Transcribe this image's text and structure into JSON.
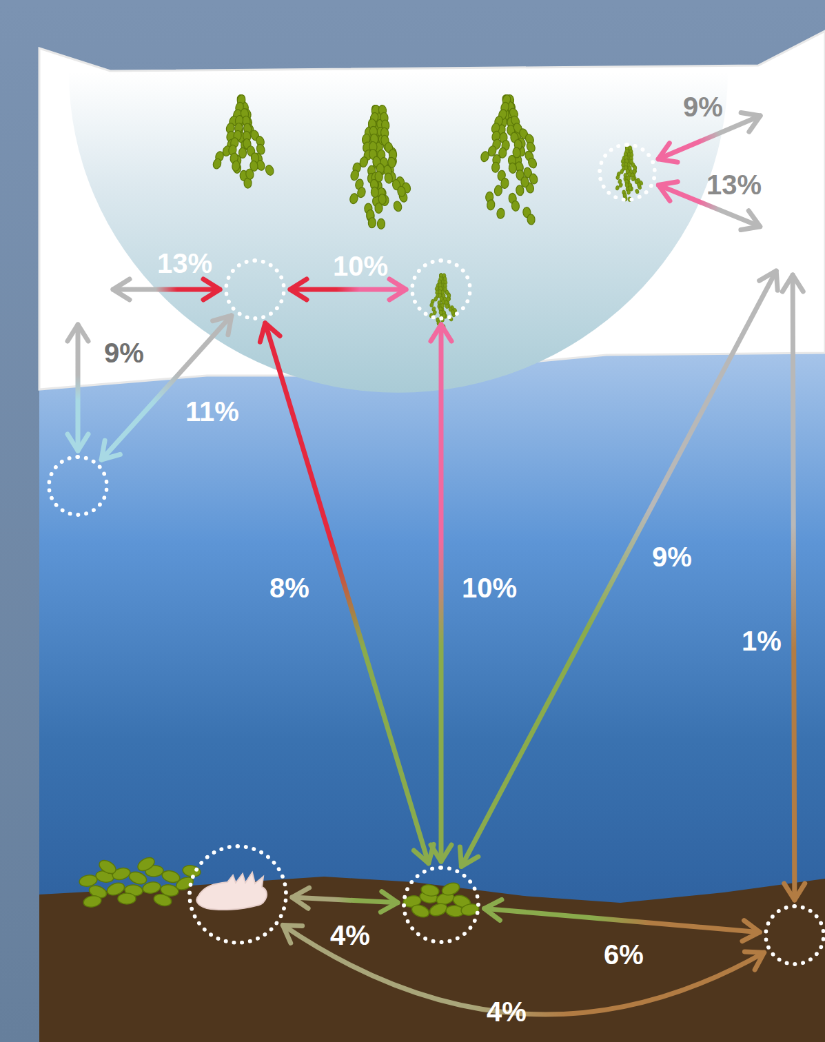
{
  "diagram": {
    "nodes": [
      {
        "text": []
      },
      {
        "text": []
      },
      {
        "text": []
      },
      {
        "text": []
      },
      {
        "text": []
      },
      {
        "text": []
      },
      {
        "text": []
      },
      {
        "text": []
      },
      {
        "text": []
      },
      {
        "text": []
      }
    ],
    "edges": [
      {
        "from": 0,
        "to": 1,
        "label": "13%",
        "arrow": "both"
      },
      {
        "from": 1,
        "to": 2,
        "label": "10%",
        "arrow": "both"
      },
      {
        "from": 0,
        "to": 3,
        "label": "9%",
        "arrow": "both"
      },
      {
        "from": 1,
        "to": 3,
        "label": "11%",
        "arrow": "both"
      },
      {
        "from": 5,
        "to": 4,
        "label": "9%",
        "arrow": "both"
      },
      {
        "from": 5,
        "to": 6,
        "label": "13%",
        "arrow": "both"
      },
      {
        "from": 1,
        "to": 8,
        "label": "8%",
        "arrow": "both"
      },
      {
        "from": 2,
        "to": 8,
        "label": "10%",
        "arrow": "both"
      },
      {
        "from": 6,
        "to": 8,
        "label": "9%",
        "arrow": "both"
      },
      {
        "from": 6,
        "to": 9,
        "label": "1%",
        "arrow": "both"
      },
      {
        "from": 7,
        "to": 8,
        "label": "4%",
        "arrow": "both"
      },
      {
        "from": 8,
        "to": 9,
        "label": "6%",
        "arrow": "both"
      },
      {
        "from": 7,
        "to": 9,
        "label": "4%",
        "arrow": "both"
      }
    ]
  }
}
